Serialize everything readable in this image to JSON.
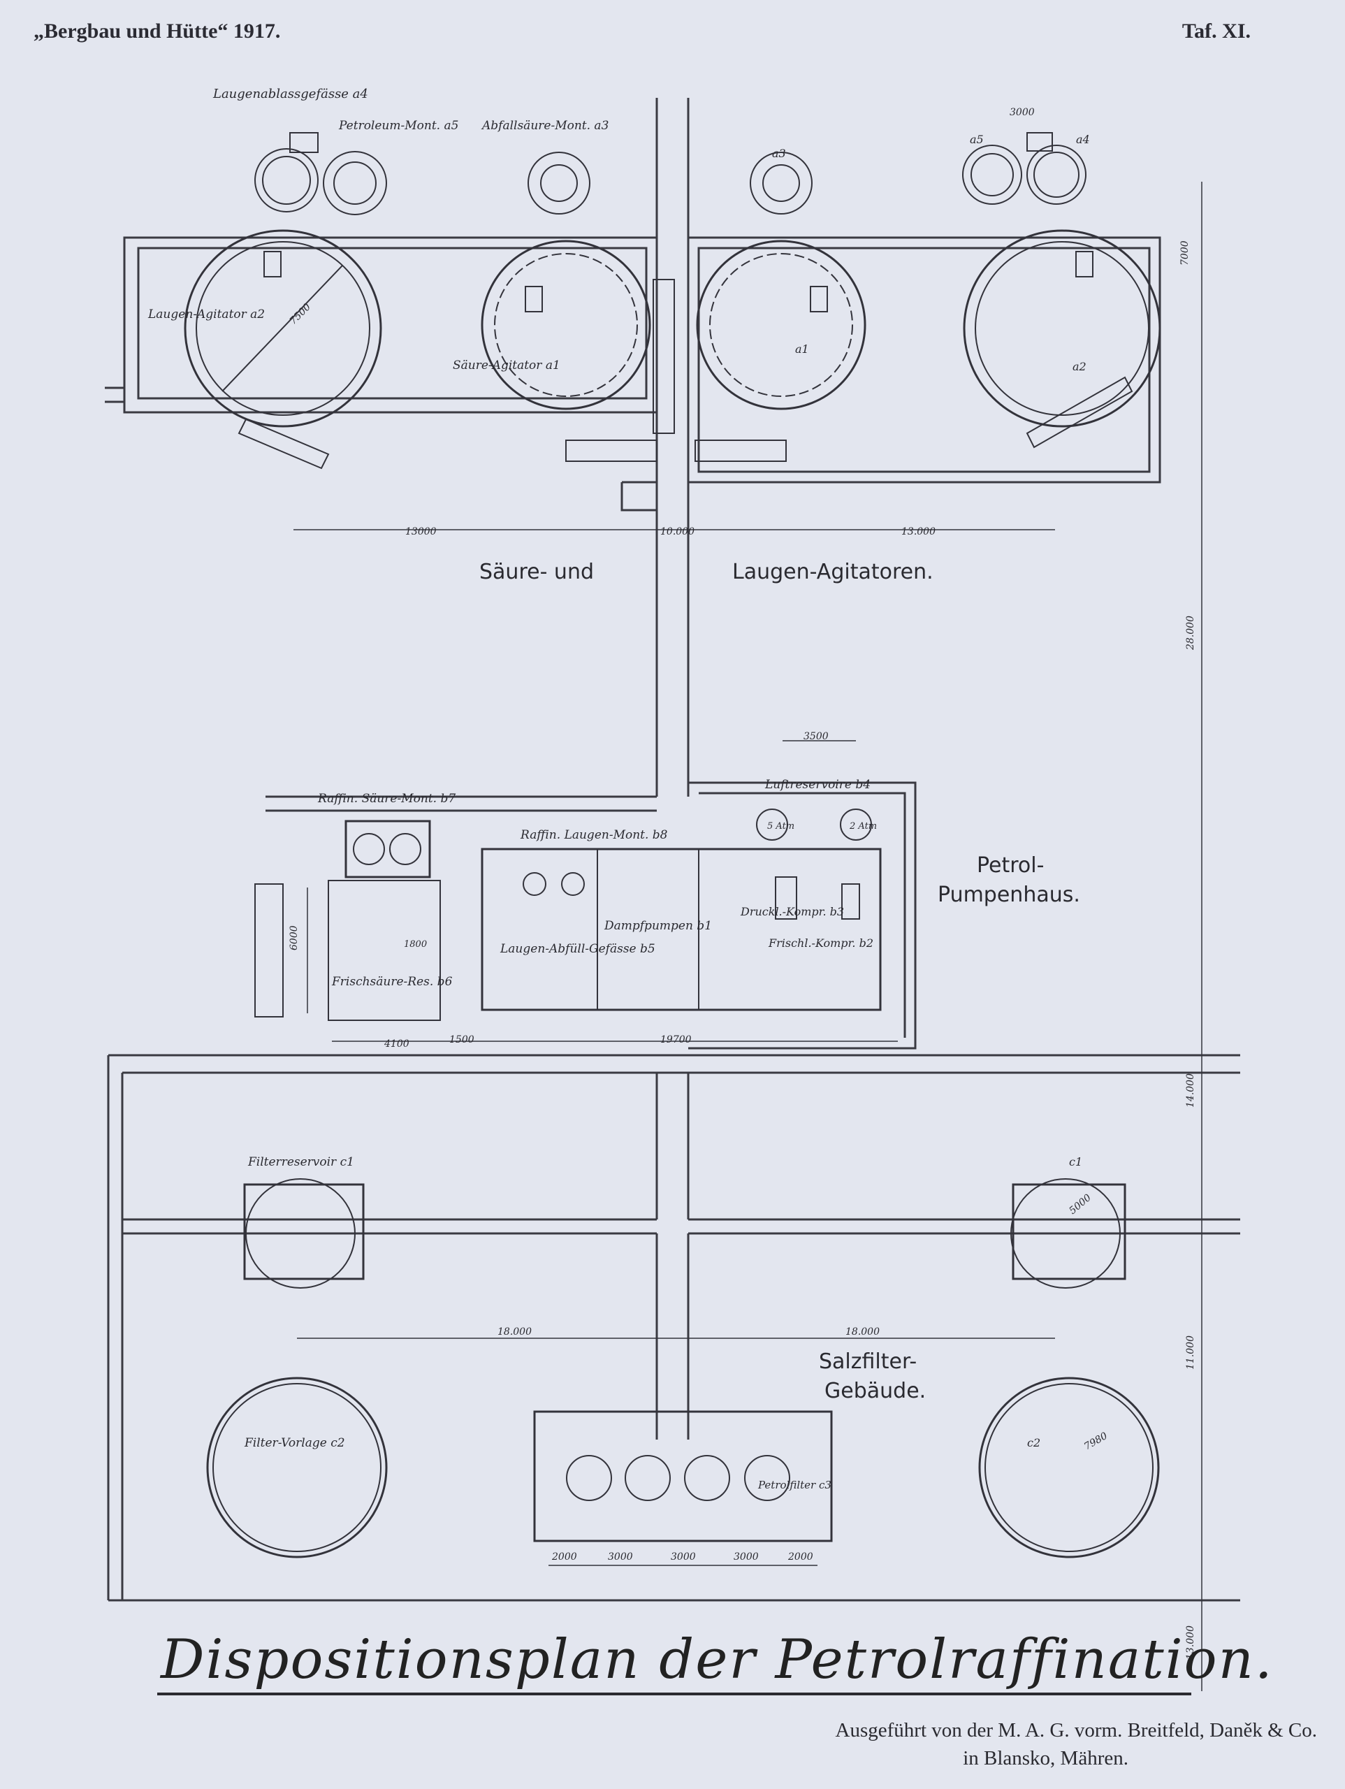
{
  "header": {
    "left": "„Bergbau und Hütte“ 1917.",
    "right": "Taf. XI."
  },
  "sections": {
    "agitatoren_line1": "Säure- und",
    "agitatoren_line2": "Laugen-Agitatoren.",
    "pumpenhaus_line1": "Petrol-",
    "pumpenhaus_line2": "Pumpenhaus.",
    "salzfilter_line1": "Salzfilter-",
    "salzfilter_line2": "Gebäude."
  },
  "equipment": {
    "a4": "Laugenablassgefässe a4",
    "a5": "Petroleum-Mont. a5",
    "a3": "Abfallsäure-Mont. a3",
    "a3_short": "a3",
    "a4_short": "a4",
    "a5_short": "a5",
    "a2": "Laugen-Agitator a2",
    "a1": "Säure-Agitator a1",
    "a1_short": "a1",
    "a2_short": "a2",
    "b7": "Raffin. Säure-Mont. b7",
    "b8": "Raffin. Laugen-Mont. b8",
    "b4": "Luftreservoire b4",
    "b5": "Laugen-Abfüll-Gefässe b5",
    "b1": "Dampfpumpen b1",
    "b3": "Druckl.-Kompr. b3",
    "b2": "Frischl.-Kompr. b2",
    "b6": "Frischsäure-Res. b6",
    "c1": "Filterreservoir c1",
    "c1_short": "c1",
    "c2": "Filter-Vorlage c2",
    "c2_short": "c2",
    "c3": "Petrolfilter c3",
    "atm1": "5 Atm",
    "atm2": "2 Atm"
  },
  "dimensions": {
    "d3000": "3000",
    "d7000": "7000",
    "d7500": "7500",
    "d13000a": "13000",
    "d10000": "10.000",
    "d13000b": "13.000",
    "d28000": "28.000",
    "d3500": "3500",
    "d6000": "6000",
    "d1800": "1800",
    "d4100": "4100",
    "d1500": "1500",
    "d19700": "19700",
    "d14000": "14.000",
    "d5000": "5000",
    "d18000a": "18.000",
    "d18000b": "18.000",
    "d11000": "11.000",
    "d7980": "7980",
    "d2000a": "2000",
    "d3000a": "3000",
    "d3000b": "3000",
    "d3000c": "3000",
    "d2000b": "2000",
    "d13000c": "13.000"
  },
  "title": "Dispositionsplan der Petrolraffination.",
  "credit": {
    "line1": "Ausgeführt von der M. A. G. vorm. Breitfeld, Daněk & Co.",
    "line2": "in Blansko, Mähren."
  }
}
